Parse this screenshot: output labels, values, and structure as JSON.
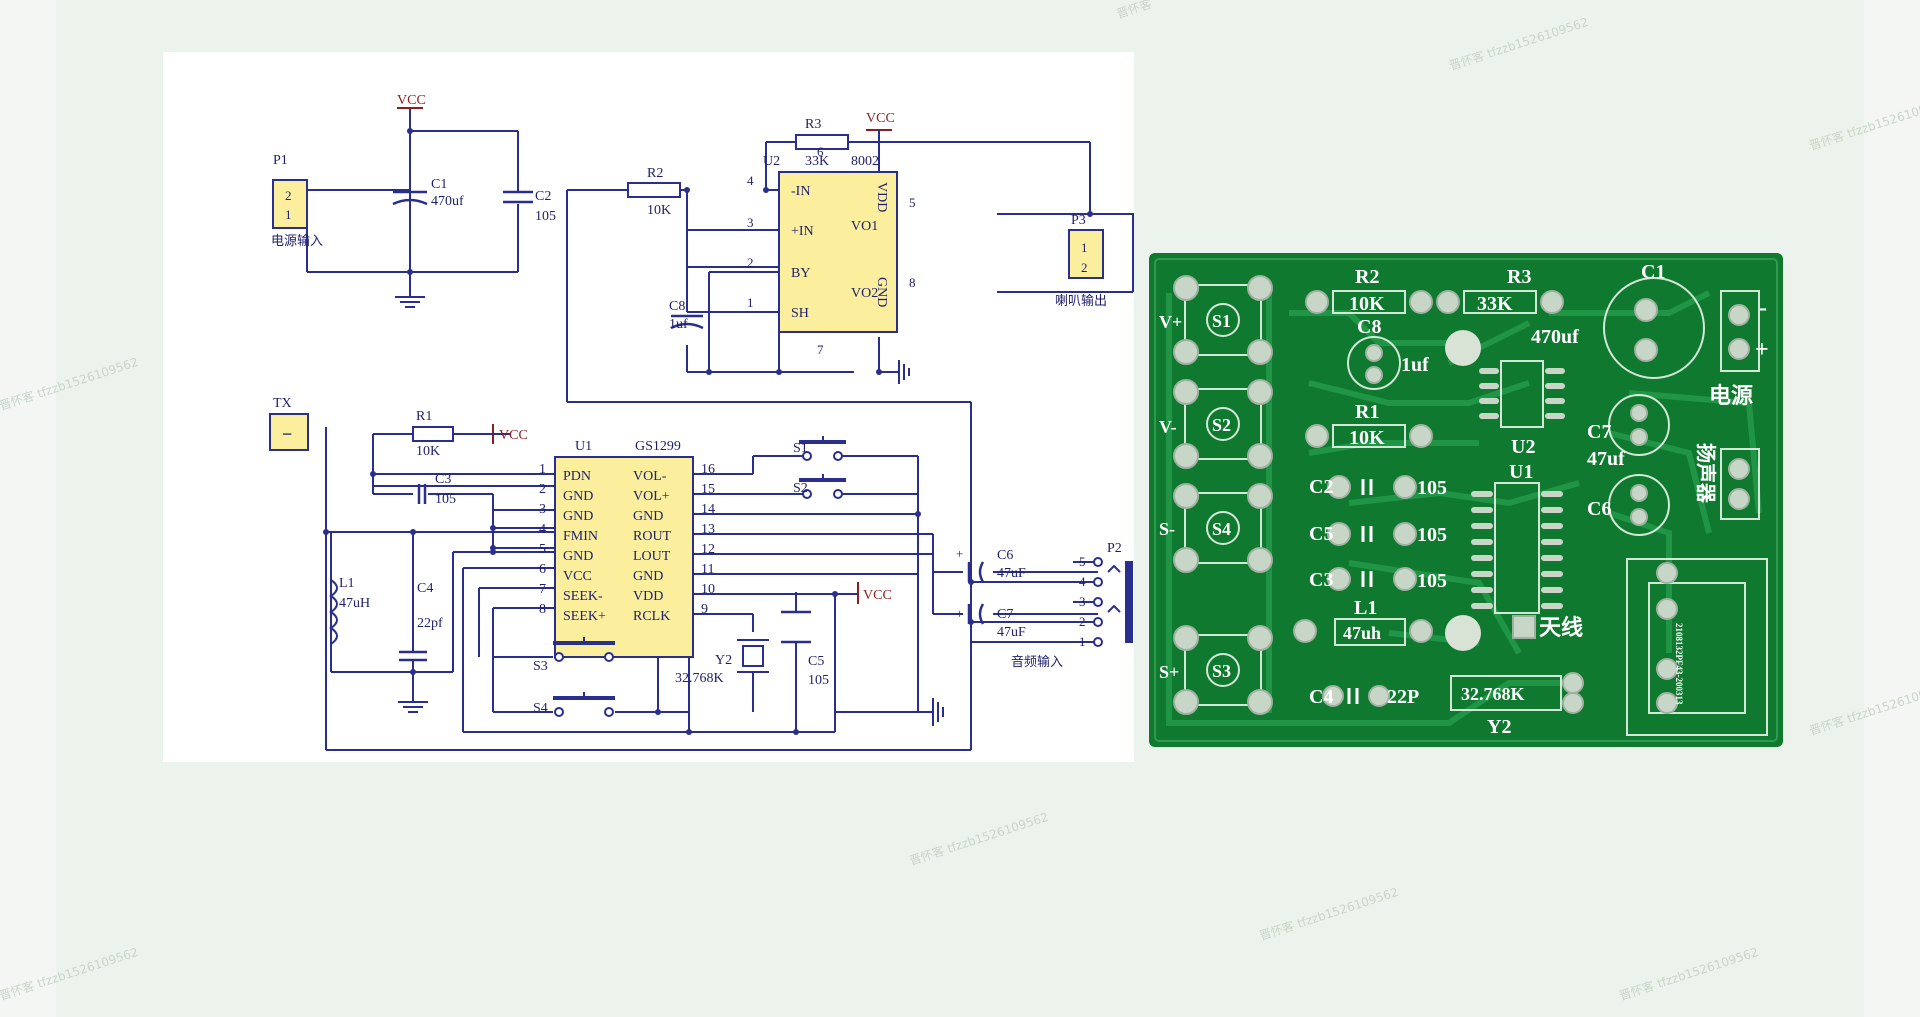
{
  "schematic": {
    "power": {
      "p1": "P1",
      "pin2": "2",
      "pin1": "1",
      "p1_label": "电源输入",
      "vcc": "VCC",
      "c1": "C1",
      "c1_val": "470uf",
      "c2": "C2",
      "c2_val": "105"
    },
    "amp": {
      "r3": "R3",
      "r3_val": "33K",
      "r2": "R2",
      "r2_val": "10K",
      "u2": "U2",
      "u2_part": "8002",
      "vcc": "VCC",
      "c8": "C8",
      "c8_val": "1uf",
      "p3": "P3",
      "p3_label": "喇叭输出",
      "p3_pin1": "1",
      "p3_pin2": "2",
      "pin_in_minus": "-IN",
      "pin_in_plus": "+IN",
      "pin_by": "BY",
      "pin_sh": "SH",
      "pin_vdd": "VDD",
      "pin_gnd": "GND",
      "pin_vo1": "VO1",
      "pin_vo2": "VO2",
      "n4": "4",
      "n3": "3",
      "n2": "2",
      "n1": "1",
      "n6": "6",
      "n7": "7",
      "n5": "5",
      "n8": "8"
    },
    "radio": {
      "tx": "TX",
      "tx_sym": "−",
      "r1": "R1",
      "r1_val": "10K",
      "vcc": "VCC",
      "c3": "C3",
      "c3_val": "105",
      "l1": "L1",
      "l1_val": "47uH",
      "c4": "C4",
      "c4_val": "22pf",
      "u1": "U1",
      "u1_part": "GS1299",
      "s1": "S1",
      "s2": "S2",
      "s3": "S3",
      "s4": "S4",
      "y2": "Y2",
      "y2_val": "32.768K",
      "c5": "C5",
      "c5_val": "105",
      "vcc2": "VCC",
      "c6": "C6",
      "c6_val": "47uF",
      "c7": "C7",
      "c7_val": "47uF",
      "p2": "P2",
      "p2_label": "音频输入",
      "plus": "+",
      "left_pins": [
        {
          "n": "1",
          "name": "PDN"
        },
        {
          "n": "2",
          "name": "GND"
        },
        {
          "n": "3",
          "name": "GND"
        },
        {
          "n": "4",
          "name": "FMIN"
        },
        {
          "n": "5",
          "name": "GND"
        },
        {
          "n": "6",
          "name": "VCC"
        },
        {
          "n": "7",
          "name": "SEEK-"
        },
        {
          "n": "8",
          "name": "SEEK+"
        }
      ],
      "right_pins": [
        {
          "n": "16",
          "name": "VOL-"
        },
        {
          "n": "15",
          "name": "VOL+"
        },
        {
          "n": "14",
          "name": "GND"
        },
        {
          "n": "13",
          "name": "ROUT"
        },
        {
          "n": "12",
          "name": "LOUT"
        },
        {
          "n": "11",
          "name": "GND"
        },
        {
          "n": "10",
          "name": "VDD"
        },
        {
          "n": "9",
          "name": "RCLK"
        }
      ],
      "p2_pins": [
        "5",
        "4",
        "3",
        "2",
        "1"
      ]
    }
  },
  "pcb": {
    "vplus": "V+",
    "vminus": "V-",
    "sminus": "S-",
    "splus": "S+",
    "s1": "S1",
    "s2": "S2",
    "s4": "S4",
    "s3": "S3",
    "r2": "R2",
    "r2_val": "10K",
    "r3": "R3",
    "r3_val": "33K",
    "c1": "C1",
    "c1_val": "470uf",
    "c8": "C8",
    "c8_val": "1uf",
    "r1": "R1",
    "r1_val": "10K",
    "u2": "U2",
    "u1": "U1",
    "c7": "C7",
    "c7_val": "47uf",
    "c6": "C6",
    "c2": "C2",
    "c2_val": "105",
    "c5": "C5",
    "c5_val": "105",
    "c3": "C3",
    "c3_val": "105",
    "l1": "L1",
    "l1_val": "47uh",
    "antenna": "天线",
    "c4": "C4",
    "c4_val": "22P",
    "y2": "Y2",
    "y2_val": "32.768K",
    "power": "电源",
    "speaker": "扬声器",
    "minus": "-",
    "plus": "+",
    "serial": "2108132PF43-200313"
  },
  "colors": {
    "pcb_green": "#0f7a2f",
    "component_yellow": "#fbef9e",
    "wire_blue": "#2a2e8c"
  }
}
